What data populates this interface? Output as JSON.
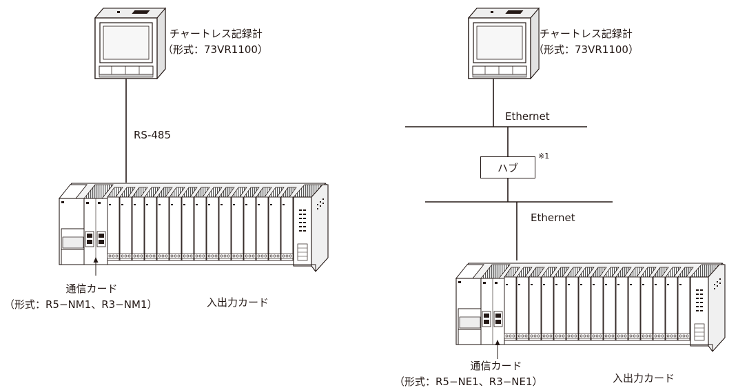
{
  "left_system": {
    "recorder_name": "チャートレス記録計",
    "recorder_model": "（形式：73VR1100）",
    "link_label": "RS-485",
    "comm_card_name": "通信カード",
    "comm_card_model": "（形式：R5−NM1、R3−NM1）",
    "io_card_label": "入出力カード"
  },
  "right_system": {
    "recorder_name": "チャートレス記録計",
    "recorder_model": "（形式：73VR1100）",
    "ethernet_top_label": "Ethernet",
    "hub_label": "ハブ",
    "hub_note": "※1",
    "ethernet_bottom_label": "Ethernet",
    "comm_card_name": "通信カード",
    "comm_card_model": "（形式：R5−NE1、R3−NE1）",
    "io_card_label": "入出力カード"
  }
}
